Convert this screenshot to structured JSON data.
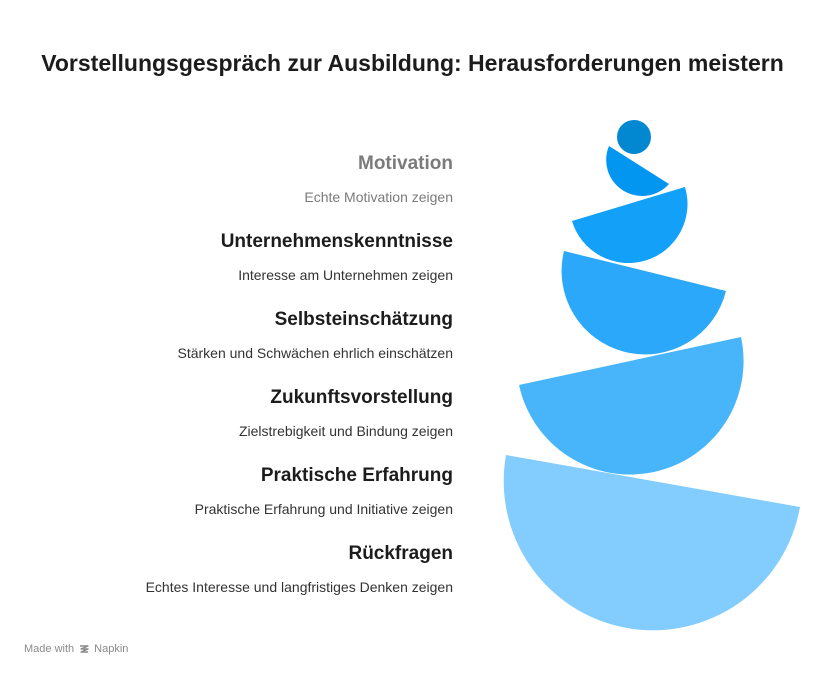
{
  "title": "Vorstellungsgespräch zur Ausbildung: Herausforderungen meistern",
  "items": [
    {
      "title": "Motivation",
      "desc": "Echte Motivation zeigen",
      "color": "#0288d1"
    },
    {
      "title": "Unternehmenskenntnisse",
      "desc": "Interesse am Unternehmen zeigen",
      "color": "#0396f0"
    },
    {
      "title": "Selbsteinschätzung",
      "desc": "Stärken und Schwächen ehrlich einschätzen",
      "color": "#12a0f8"
    },
    {
      "title": "Zukunftsvorstellung",
      "desc": "Zielstrebigkeit und Bindung zeigen",
      "color": "#2ba8fa"
    },
    {
      "title": "Praktische Erfahrung",
      "desc": "Praktische Erfahrung und Initiative zeigen",
      "color": "#48b5fb"
    },
    {
      "title": "Rückfragen",
      "desc": "Echtes Interesse und langfristiges Denken zeigen",
      "color": "#82cdfd"
    }
  ],
  "footer": {
    "made_with": "Made with",
    "brand": "Napkin"
  }
}
